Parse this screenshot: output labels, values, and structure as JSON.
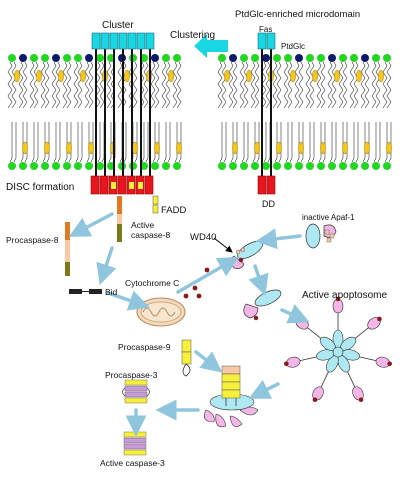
{
  "labels": {
    "cluster": "Cluster",
    "clustering": "Clustering",
    "microdomain": "PtdGlc-enriched microdomain",
    "fas": "Fas",
    "ptdglc": "PtdGlc",
    "disc_formation": "DISC formation",
    "dd": "DD",
    "fadd": "FADD",
    "procaspase8": "Procaspase-8",
    "active_caspase8_line1": "Active",
    "active_caspase8_line2": "caspase-8",
    "wd40": "WD40",
    "inactive_apaf1": "inactive Apaf-1",
    "bid": "Bid",
    "cytochrome_c": "Cytochrome C",
    "active_apoptosome": "Active apoptosome",
    "procaspase9": "Procaspase-9",
    "procaspase3": "Procaspase-3",
    "active_caspase3": "Active caspase-3"
  },
  "colors": {
    "receptor": "#19d6e3",
    "receptor_stroke": "#1a6e78",
    "head_green": "#22d622",
    "head_navy": "#0d1a6b",
    "lipid_oval": "#f5c518",
    "dd_red": "#e8141e",
    "arrow": "#8fc6dd",
    "caspase_orange": "#e07a22",
    "caspase_olive": "#7a7a1a",
    "apaf_blue": "#aee8f2",
    "apaf_pink": "#f4b6e6",
    "cytc_dot": "#8b1a1a",
    "caspase9_yellow": "#f7f03a",
    "caspase9_peach": "#f7c8a2",
    "caspase3_purple": "#c89ad8"
  }
}
